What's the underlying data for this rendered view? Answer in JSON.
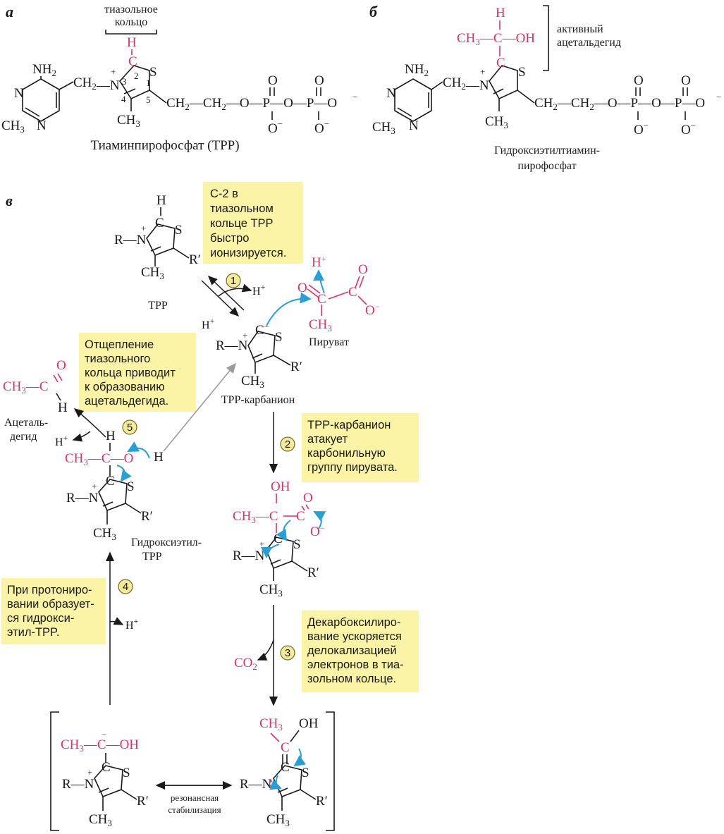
{
  "panels": {
    "a": "a",
    "b": "б",
    "c": "в"
  },
  "panel_a": {
    "ring_label": "тиазольное\nкольцо",
    "caption": "Тиаминпирофосфат (TPP)",
    "atoms": {
      "nh2": "NH2",
      "ch3": "CH3",
      "ch2n": "CH2",
      "n_plus": "N",
      "s": "S",
      "h": "H",
      "methyl": "CH3",
      "chain": "CH2—CH2—O—P—O—P—O",
      "pos1": "1",
      "pos2": "2",
      "pos3": "3",
      "pos4": "4",
      "pos5": "5"
    }
  },
  "panel_b": {
    "bracket_label": "активный\nацетальдегид",
    "caption": "Гидроксиэтилтиамин-\nпирофосфат"
  },
  "panel_c": {
    "notes": {
      "n1": "C-2 в\nтиазольном\nкольце TPP\nбыстро\nионизируется.",
      "n2": "TPP-карбанион\nатакует\nкарбонильную\nгруппу пирувата.",
      "n3": "Декарбоксилиро-\nвание ускоряется\nделокализацией\nэлектронов в тиа-\nзольном кольце.",
      "n4": "При протониро-\nвании образует-\nся гидрокси-\nэтил-TPP.",
      "n5": "Отщепление\nтиазольного\nкольца приводит\nк образованию\nацетальдегида."
    },
    "labels": {
      "tpp": "TPP",
      "pyruvate": "Пируват",
      "carbanion": "TPP-карбанион",
      "hydroxyethyl": "Гидроксиэтил-\nTPP",
      "acetaldehyde": "Ацеталь-\nдегид",
      "resonance": "резонансная\nстабилизация",
      "co2": "CO2",
      "h_plus": "H+"
    },
    "steps": [
      "1",
      "2",
      "3",
      "4",
      "5"
    ]
  },
  "colors": {
    "highlight": "#d6336c",
    "electron_arrow": "#2a9fd6",
    "note": "#fbf3a6"
  }
}
